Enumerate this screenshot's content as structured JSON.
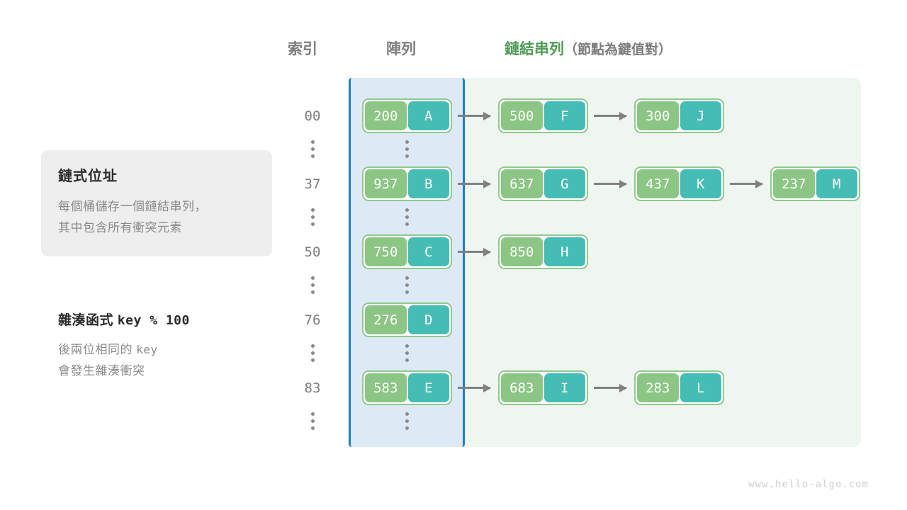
{
  "headers": {
    "index": "索引",
    "array": "陣列",
    "list_main": "鏈結串列",
    "list_sub": "（節點為鍵值對）"
  },
  "info_card": {
    "title": "鏈式位址",
    "line1": "每個桶儲存一個鏈結串列，",
    "line2": "其中包含所有衝突元素"
  },
  "hash_note": {
    "label": "雜湊函式",
    "formula": "key % 100",
    "line1_prefix": "後兩位相同的 ",
    "line1_mono": "key",
    "line2": "會發生雜湊衝突"
  },
  "rows": [
    {
      "index": "00",
      "nodes": [
        {
          "key": "200",
          "value": "A"
        },
        {
          "key": "500",
          "value": "F"
        },
        {
          "key": "300",
          "value": "J"
        }
      ]
    },
    {
      "index": "37",
      "nodes": [
        {
          "key": "937",
          "value": "B"
        },
        {
          "key": "637",
          "value": "G"
        },
        {
          "key": "437",
          "value": "K"
        },
        {
          "key": "237",
          "value": "M"
        }
      ]
    },
    {
      "index": "50",
      "nodes": [
        {
          "key": "750",
          "value": "C"
        },
        {
          "key": "850",
          "value": "H"
        }
      ]
    },
    {
      "index": "76",
      "nodes": [
        {
          "key": "276",
          "value": "D"
        }
      ]
    },
    {
      "index": "83",
      "nodes": [
        {
          "key": "583",
          "value": "E"
        },
        {
          "key": "683",
          "value": "I"
        },
        {
          "key": "283",
          "value": "L"
        }
      ]
    }
  ],
  "ellipsis_symbol": "⋮",
  "watermark": "www.hello-algo.com",
  "colors": {
    "key_box": "#8cc684",
    "value_box": "#46bdb4",
    "node_border": "#8fc98c",
    "array_panel_bg": "#ddeaf6",
    "array_panel_border": "#1b7fc4",
    "list_panel_bg": "#eef6ef",
    "accent_green_text": "#4e9b56",
    "muted_text": "#7d7d7d",
    "arrow": "#808080"
  }
}
